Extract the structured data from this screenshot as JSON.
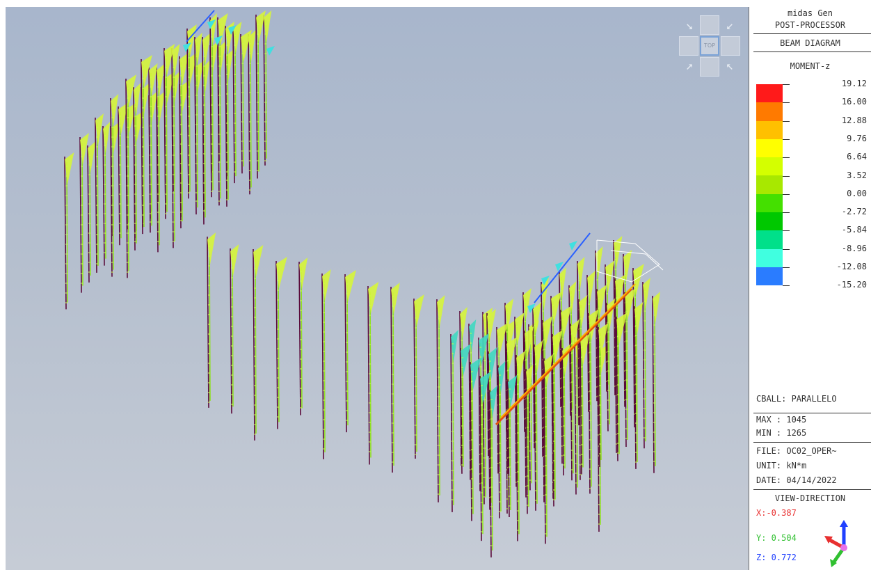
{
  "viewport": {
    "background_top": "#a8b6cc",
    "background_bottom": "#c6ccd6",
    "nav_cube": {
      "top_label": "TOP"
    }
  },
  "panel": {
    "app_name": "midas Gen",
    "module": "POST-PROCESSOR",
    "diagram": "BEAM DIAGRAM",
    "component": "MOMENT-z",
    "legend": {
      "values": [
        "19.12",
        "16.00",
        "12.88",
        "9.76",
        "6.64",
        "3.52",
        "0.00",
        "-2.72",
        "-5.84",
        "-8.96",
        "-12.08",
        "-15.20"
      ],
      "colors": [
        "#ff1a1a",
        "#ff7a00",
        "#ffc000",
        "#ffff00",
        "#d4ff00",
        "#a8e800",
        "#44e000",
        "#00c800",
        "#00e08a",
        "#40ffe0",
        "#2a7cff"
      ]
    },
    "cball": "CBALL: PARALLELO",
    "max": "MAX : 1045",
    "min": "MIN : 1265",
    "file": "FILE: OC02_OPER~",
    "unit": "UNIT: kN*m",
    "date": "DATE: 04/14/2022",
    "view_direction_title": "VIEW-DIRECTION",
    "view_x": "X:-0.387",
    "view_y": "Y: 0.504",
    "view_z": "Z: 0.772",
    "axis_colors": {
      "x": "#e83030",
      "y": "#30c030",
      "z": "#2040ff"
    }
  }
}
